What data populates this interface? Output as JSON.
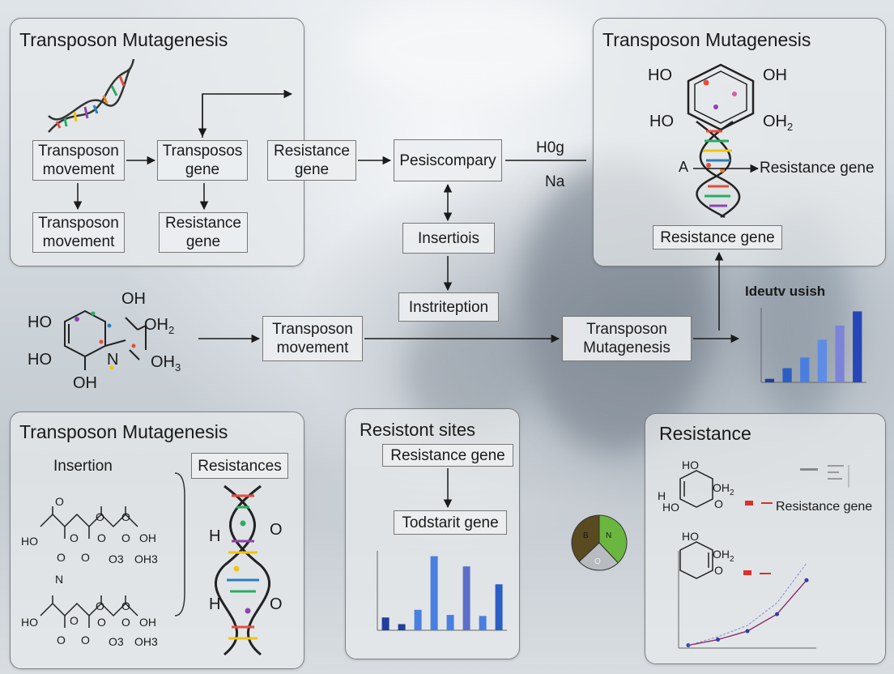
{
  "background": {
    "accent": "#cfd6dc"
  },
  "panel_top_left": {
    "title": "Transposon Mutagenesis",
    "box1": [
      "Transposon",
      "movement"
    ],
    "box2": [
      "Transposos",
      "gene"
    ],
    "box3": [
      "Resistance",
      "gene"
    ],
    "box4": [
      "Transposon",
      "movement"
    ],
    "box5": [
      "Resistance",
      "gene"
    ]
  },
  "center": {
    "pesiscompary": "Pesiscompary",
    "h0g": "H0g",
    "na": "Na",
    "insertiois": "Insertiois",
    "instriteption": "Instriteption",
    "movement_box": [
      "Transposon",
      "movement"
    ],
    "mutagenesis_box": [
      "Transposon",
      "Mutagenesis"
    ]
  },
  "molecule_left": {
    "oh_top": "OH",
    "ho_left": "HO",
    "ho_left2": "HO",
    "oh_bottom": "OH",
    "oh2": "OH",
    "oh3": "OH",
    "n": "N",
    "sub2": "2",
    "sub3": "3"
  },
  "panel_top_right": {
    "title": "Transposon Mutagenesis",
    "ho1": "HO",
    "oh1": "OH",
    "ho2": "HO",
    "oh2": "OH",
    "oh2_sub": "2",
    "a": "A",
    "arrow_label": "Resistance gene",
    "bottom_box": "Resistance gene"
  },
  "bar_chart_right": {
    "title": "Ideutv usish",
    "chart_data": {
      "type": "bar",
      "values": [
        1,
        4,
        7,
        12,
        16,
        20
      ],
      "colors": [
        "#1f3f9a",
        "#2b5fc4",
        "#4a7fe0",
        "#5f8de6",
        "#7b84d8",
        "#2747b8"
      ]
    }
  },
  "panel_bottom_left": {
    "title": "Transposon Mutagenesis",
    "insertion": "Insertion",
    "resistances": "Resistances",
    "h1": "H",
    "o1": "O",
    "h2": "H",
    "o2": "O",
    "chem_row_labels": [
      "O",
      "O",
      "HO",
      "O",
      "O",
      "O",
      "OH",
      "O",
      "O",
      "O",
      "O3",
      "OH3",
      "N",
      "O",
      "HO",
      "O",
      "O",
      "O",
      "OH",
      "O",
      "O",
      "O",
      "O3",
      "OH3"
    ]
  },
  "panel_bottom_center": {
    "title": "Resistont sites",
    "box1": "Resistance gene",
    "box2": "Todstarit gene",
    "chart_data": {
      "type": "bar",
      "values": [
        2.5,
        1.2,
        4,
        14.5,
        3,
        12.5,
        2.8,
        9
      ],
      "colors": [
        "#1f3f9a",
        "#1f3f9a",
        "#4a7fe0",
        "#4a7fe0",
        "#4a7fe0",
        "#5b6fc8",
        "#4a7fe0",
        "#2b5fc4"
      ]
    }
  },
  "pie_chart": {
    "labels": [
      "B",
      "N",
      "O"
    ],
    "chart_data": {
      "type": "pie",
      "values": [
        38,
        25,
        37
      ],
      "colors": [
        "#6bb63f",
        "#b8bcc0",
        "#5a4a20"
      ]
    }
  },
  "panel_bottom_right": {
    "title": "Resistance",
    "label": "Resistance gene",
    "ho1": "HO",
    "ho2": "HO",
    "oh2": "OH",
    "o1": "O",
    "h1": "H",
    "ho3": "HO",
    "oh3": "OH",
    "o2": "O",
    "sub2": "2",
    "chart_data": {
      "type": "line",
      "series": [
        {
          "values": [
            0.5,
            1.5,
            3,
            6,
            12
          ],
          "color": "#8a2a6a"
        },
        {
          "values": [
            0.5,
            2,
            4,
            8,
            15
          ],
          "color": "#8888cc"
        }
      ]
    }
  }
}
